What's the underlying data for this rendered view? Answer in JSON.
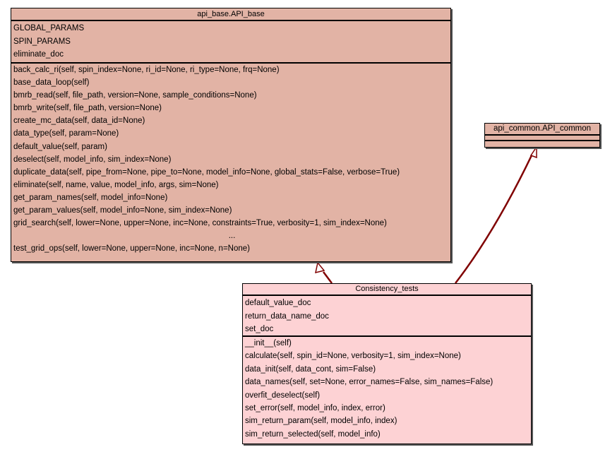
{
  "diagram": {
    "type": "uml-class-diagram",
    "relation_color": "#800000",
    "classes": {
      "api_base": {
        "name": "api_base.API_base",
        "fill": "#e2b3a5",
        "attributes": [
          "GLOBAL_PARAMS",
          "SPIN_PARAMS",
          "eliminate_doc"
        ],
        "methods": [
          "back_calc_ri(self, spin_index=None, ri_id=None, ri_type=None, frq=None)",
          "base_data_loop(self)",
          "bmrb_read(self, file_path, version=None, sample_conditions=None)",
          "bmrb_write(self, file_path, version=None)",
          "create_mc_data(self, data_id=None)",
          "data_type(self, param=None)",
          "default_value(self, param)",
          "deselect(self, model_info, sim_index=None)",
          "duplicate_data(self, pipe_from=None, pipe_to=None, model_info=None, global_stats=False, verbose=True)",
          "eliminate(self, name, value, model_info, args, sim=None)",
          "get_param_names(self, model_info=None)",
          "get_param_values(self, model_info=None, sim_index=None)",
          "grid_search(self, lower=None, upper=None, inc=None, constraints=True, verbosity=1, sim_index=None)",
          "...",
          "test_grid_ops(self, lower=None, upper=None, inc=None, n=None)"
        ]
      },
      "api_common": {
        "name": "api_common.API_common",
        "fill": "#e2b3a5",
        "attributes": [],
        "methods": []
      },
      "consistency_tests": {
        "name": "Consistency_tests",
        "fill": "#fdd2d4",
        "attributes": [
          "default_value_doc",
          "return_data_name_doc",
          "set_doc"
        ],
        "methods": [
          "__init__(self)",
          "calculate(self, spin_id=None, verbosity=1, sim_index=None)",
          "data_init(self, data_cont, sim=False)",
          "data_names(self, set=None, error_names=False, sim_names=False)",
          "overfit_deselect(self)",
          "set_error(self, model_info, index, error)",
          "sim_return_param(self, model_info, index)",
          "sim_return_selected(self, model_info)"
        ]
      }
    },
    "relations": [
      {
        "from": "Consistency_tests",
        "to": "api_base.API_base",
        "kind": "inheritance"
      },
      {
        "from": "Consistency_tests",
        "to": "api_common.API_common",
        "kind": "inheritance"
      }
    ]
  }
}
